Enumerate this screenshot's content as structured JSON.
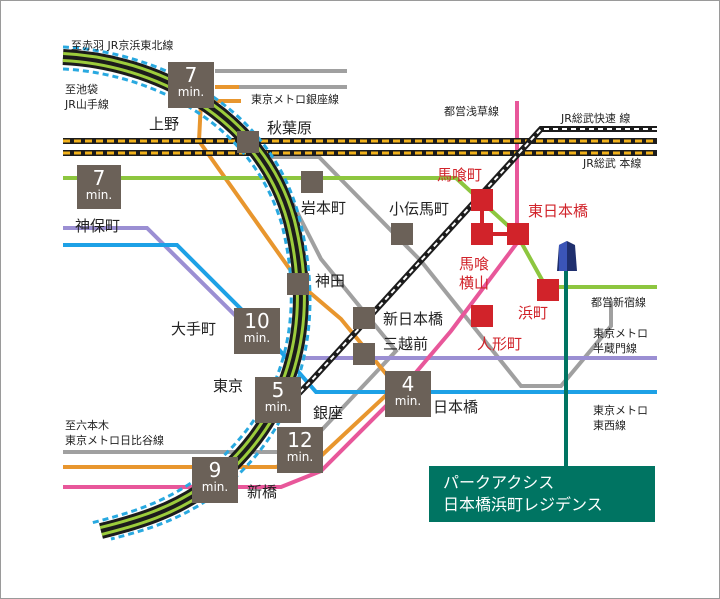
{
  "colors": {
    "jr_yamanote": "#9ccc3c",
    "jr_keihin_tohoku": "#29a9e0",
    "jr_sobu_rapid": "#1c1c1c",
    "jr_sobu_local": "#f2b21c",
    "ginza_line": "#e8962e",
    "hibiya_line": "#a0a0a0",
    "asakusa_line": "#e8579a",
    "shinjuku_line": "#8dc63f",
    "hanzomon_line": "#9b8fd3",
    "tozai_line": "#1da1e6",
    "station_box": "#6b6158",
    "target_station": "#d1232a",
    "property": "#007462"
  },
  "lines": {
    "keihin_tohoku": "至赤羽 JR京浜東北線",
    "yamanote": "至池袋\nJR山手線",
    "ginza": "東京メトロ銀座線",
    "asakusa": "都営浅草線",
    "sobu_rapid": "JR総武快速 線",
    "sobu_local": "JR総武 本線",
    "shinjuku": "都営新宿線",
    "hanzomon": "東京メトロ\n半蔵門線",
    "tozai": "東京メトロ\n東西線",
    "hibiya": "至六本木\n東京メトロ日比谷線"
  },
  "stations": {
    "ueno": "上野",
    "akihabara": "秋葉原",
    "iwamotocho": "岩本町",
    "kodenmacho": "小伝馬町",
    "kanda": "神田",
    "jimbocho": "神保町",
    "otemachi": "大手町",
    "shin_nihombashi": "新日本橋",
    "mitsukoshimae": "三越前",
    "tokyo": "東京",
    "ginza": "銀座",
    "nihombashi": "日本橋",
    "shimbashi": "新橋"
  },
  "target_stations": {
    "bakurocho": "馬喰町",
    "higashi_nihombashi": "東日本橋",
    "bakuro_yokoyama": "馬喰\n横山",
    "hamacho": "浜町",
    "ningyocho": "人形町"
  },
  "travel_times": [
    {
      "value": "7",
      "unit": "min."
    },
    {
      "value": "7",
      "unit": "min."
    },
    {
      "value": "10",
      "unit": "min."
    },
    {
      "value": "5",
      "unit": "min."
    },
    {
      "value": "4",
      "unit": "min."
    },
    {
      "value": "12",
      "unit": "min."
    },
    {
      "value": "9",
      "unit": "min."
    }
  ],
  "property": {
    "line1": "パークアクシス",
    "line2": "日本橋浜町レジデンス"
  }
}
